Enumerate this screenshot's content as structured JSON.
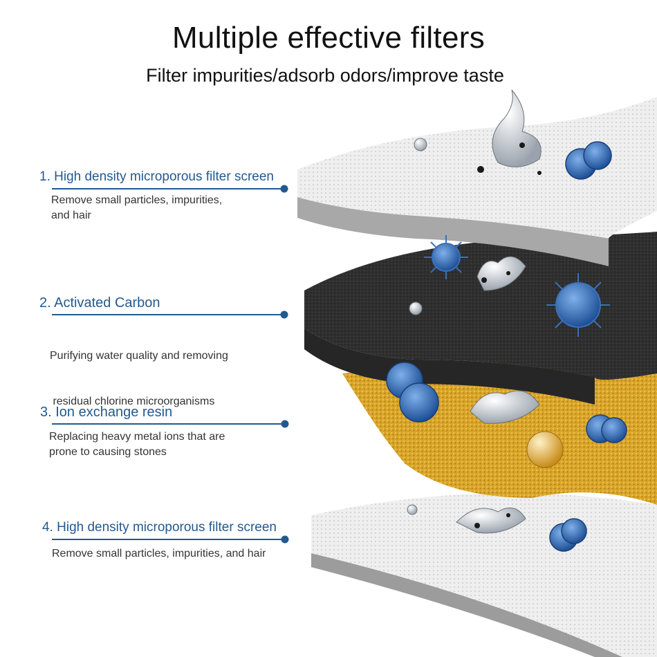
{
  "header": {
    "title": "Multiple effective filters",
    "subtitle": "Filter impurities/adsorb odors/improve taste"
  },
  "layers": [
    {
      "label": "1. High density microporous filter screen",
      "description": [
        "Remove small particles, impurities,",
        "and hair"
      ],
      "material": "white-mesh"
    },
    {
      "label": "2. Activated Carbon",
      "description": [
        "Purifying water quality and removing",
        " residual chlorine microorganisms"
      ],
      "material": "activated-carbon"
    },
    {
      "label": "3. Ion exchange resin",
      "description": [
        "Replacing heavy metal ions that are",
        "prone to causing stones"
      ],
      "material": "ion-exchange-resin"
    },
    {
      "label": "4. High density microporous filter screen",
      "description": [
        "Remove small particles, impurities, and hair"
      ],
      "material": "white-mesh"
    }
  ],
  "colors": {
    "accent": "#23598f",
    "carbon": "#2d2d2d",
    "resin": "#d6a224",
    "mesh": "#ececec",
    "microbe": "#3a70b8"
  }
}
